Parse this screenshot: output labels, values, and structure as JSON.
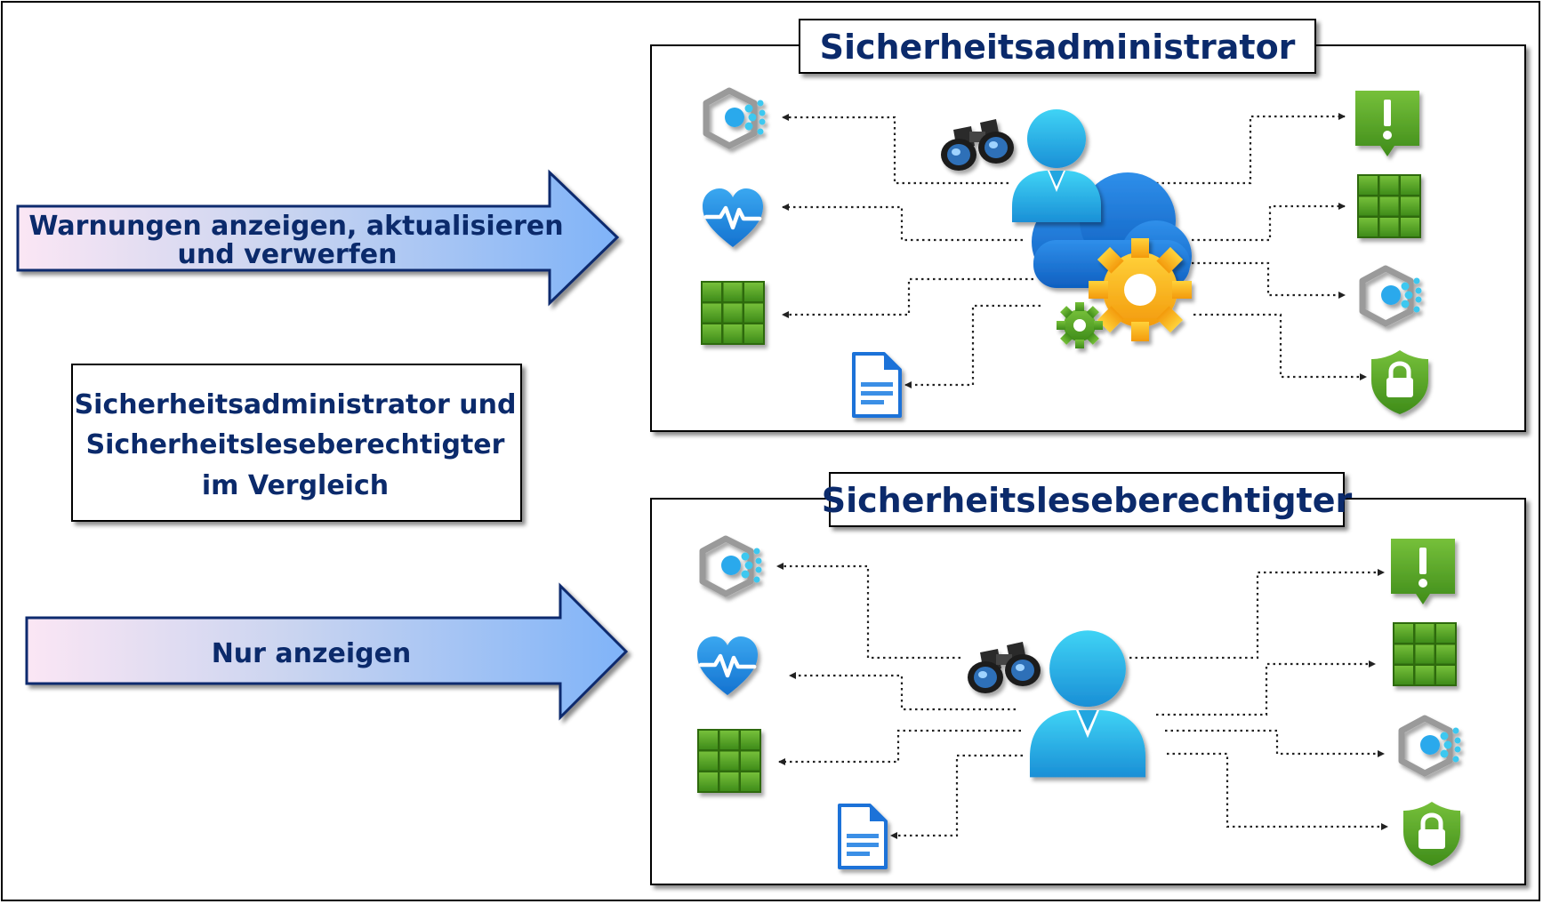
{
  "left": {
    "arrow_top": {
      "line1": "Warnungen anzeigen, aktualisieren",
      "line2": "und verwerfen"
    },
    "compare_box": {
      "line1": "Sicherheitsadministrator und",
      "line2": "Sicherheitsleseberechtigter",
      "line3": "im Vergleich"
    },
    "arrow_bottom": {
      "text": "Nur anzeigen"
    }
  },
  "panels": [
    {
      "title": "Sicherheitsadministrator",
      "center": [
        "user-icon",
        "binoculars-icon",
        "cloud-icon",
        "gear-icon"
      ],
      "left_icons": [
        "defender-hexagon-icon",
        "health-heart-icon",
        "grid-icon",
        "document-icon"
      ],
      "right_icons": [
        "alert-icon",
        "grid-icon",
        "defender-hexagon-icon",
        "lock-shield-icon"
      ]
    },
    {
      "title": "Sicherheitsleseberechtigter",
      "center": [
        "user-icon",
        "binoculars-icon"
      ],
      "left_icons": [
        "defender-hexagon-icon",
        "health-heart-icon",
        "grid-icon",
        "document-icon"
      ],
      "right_icons": [
        "alert-icon",
        "grid-icon",
        "defender-hexagon-icon",
        "lock-shield-icon"
      ]
    }
  ],
  "colors": {
    "text": "#0b2a6b",
    "arrow_start": "#fbe6f4",
    "arrow_end": "#86b8f8",
    "green": "#5aa823",
    "blue": "#1e8fe0",
    "gold": "#f6b412"
  }
}
